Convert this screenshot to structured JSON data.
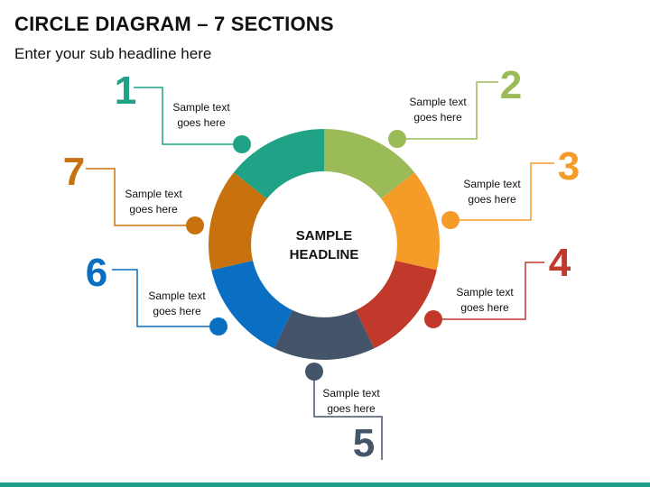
{
  "header": {
    "title": "CIRCLE DIAGRAM – 7 SECTIONS",
    "subtitle": "Enter your sub headline here"
  },
  "center": {
    "line1": "SAMPLE",
    "line2": "HEADLINE"
  },
  "sections": [
    {
      "number": "1",
      "text_line1": "Sample text",
      "text_line2": "goes here",
      "color": "#1fa286"
    },
    {
      "number": "2",
      "text_line1": "Sample text",
      "text_line2": "goes here",
      "color": "#9bbb59"
    },
    {
      "number": "3",
      "text_line1": "Sample text",
      "text_line2": "goes here",
      "color": "#f59b27"
    },
    {
      "number": "4",
      "text_line1": "Sample text",
      "text_line2": "goes here",
      "color": "#c0392b"
    },
    {
      "number": "5",
      "text_line1": "Sample text",
      "text_line2": "goes here",
      "color": "#445469"
    },
    {
      "number": "6",
      "text_line1": "Sample text",
      "text_line2": "goes here",
      "color": "#0a6fc2"
    },
    {
      "number": "7",
      "text_line1": "Sample text",
      "text_line2": "goes here",
      "color": "#c8720f"
    }
  ],
  "footer": {
    "bar_color": "#1f9e8a"
  }
}
